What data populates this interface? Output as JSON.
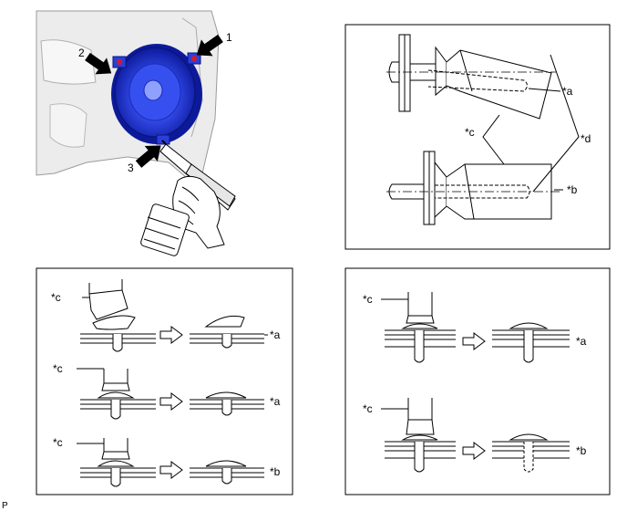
{
  "callouts": {
    "n1": "1",
    "n2": "2",
    "n3": "3"
  },
  "top_right": {
    "a": "*a",
    "b": "*b",
    "c": "*c",
    "d": "*d"
  },
  "bottom_left": {
    "row1": {
      "c": "*c",
      "result": "*a"
    },
    "row2": {
      "c": "*c",
      "result": "*a"
    },
    "row3": {
      "c": "*c",
      "result": "*b"
    }
  },
  "bottom_right": {
    "row1": {
      "c": "*c",
      "result": "*a"
    },
    "row2": {
      "c": "*c",
      "result": "*b"
    }
  },
  "footer_code": "P",
  "colors": {
    "speaker": "#2a3fd8",
    "speaker_dark": "#0c1a9a",
    "screw_red": "#d21a2a",
    "panel": "#e8e8e8"
  }
}
